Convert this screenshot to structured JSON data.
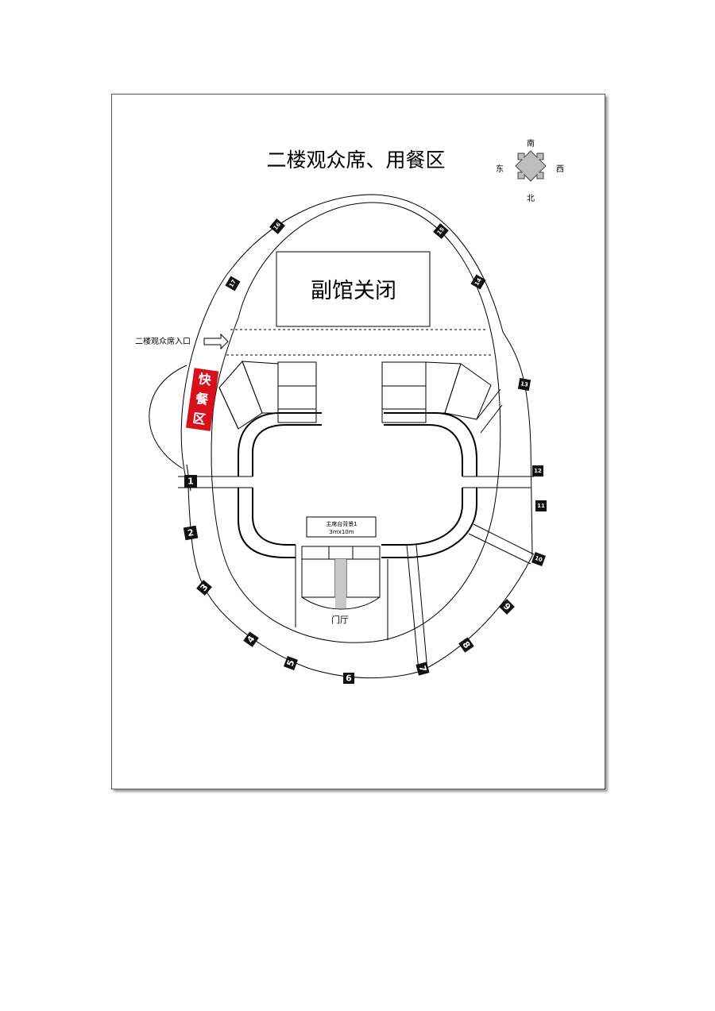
{
  "title": "二楼观众席、用餐区",
  "closed_area_label": "副馆关闭",
  "entrance_label": "二楼观众席入口",
  "food_area_label": [
    "快",
    "餐",
    "区"
  ],
  "stage_label": "主席台背景1",
  "stage_size": "3mx10m",
  "hall_label": "门厅",
  "compass": {
    "south": "南",
    "north": "北",
    "east": "东",
    "west": "西"
  },
  "markers": [
    "1",
    "2",
    "3",
    "4",
    "5",
    "6",
    "7",
    "8",
    "9",
    "10",
    "11",
    "12",
    "13",
    "14",
    "15",
    "16",
    "17"
  ],
  "colors": {
    "food_area": "#d8101c",
    "line": "#000000",
    "compass_fill": "#bdbdbd",
    "aisle": "#c8c8c8"
  }
}
